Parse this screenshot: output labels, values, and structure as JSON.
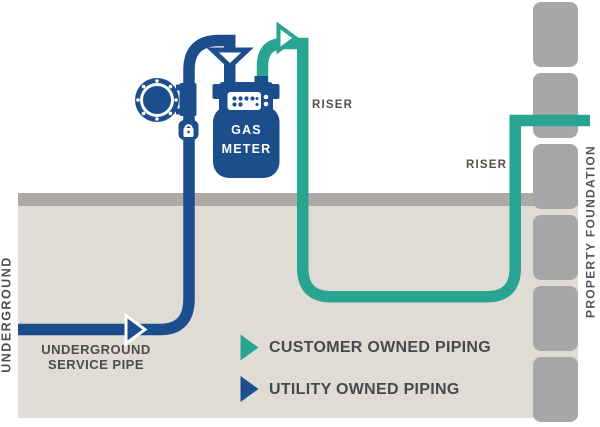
{
  "diagram": {
    "type": "gas-service-piping-diagram",
    "meter": {
      "line1": "GAS",
      "line2": "METER"
    },
    "labels": {
      "riser_top": "RISER",
      "riser_bottom": "RISER",
      "underground_side": "UNDERGROUND",
      "property_foundation": "PROPERTY FOUNDATION",
      "service_pipe_line1": "UNDERGROUND",
      "service_pipe_line2": "SERVICE PIPE"
    },
    "icons": {
      "flange": "flange-circle-with-bolts",
      "lock": "padlock",
      "valve": "shutoff-valve-triangle",
      "flow_arrow": "right-arrow"
    }
  },
  "legend": {
    "items": [
      {
        "label": "CUSTOMER OWNED PIPING",
        "color": "#2aa492"
      },
      {
        "label": "UTILITY OWNED PIPING",
        "color": "#1c4e8e"
      }
    ]
  },
  "colors": {
    "utility_blue": "#1c4e8e",
    "customer_teal": "#2aa492",
    "ground_band": "#adaaa5",
    "underground_fill": "#dfdcd6",
    "foundation_gray": "#a6a7a9",
    "white": "#ffffff"
  }
}
